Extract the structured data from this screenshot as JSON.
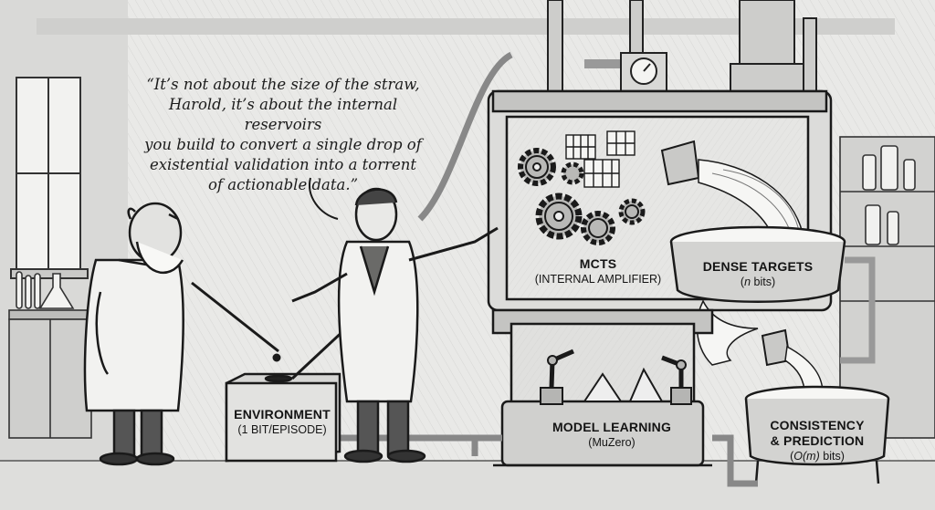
{
  "caption": {
    "line1": "“It’s not about the size of the straw,",
    "line2": "Harold, it’s about the internal reservoirs",
    "line3": "you build to convert a single drop of",
    "line4": "existential validation into a torrent",
    "line5": "of actionable data.”"
  },
  "labels": {
    "mcts_title": "MCTS",
    "mcts_sub": "(INTERNAL AMPLIFIER)",
    "dense_title": "DENSE TARGETS",
    "dense_sub_var": "n",
    "dense_sub_unit": " bits)",
    "env_title": "ENVIRONMENT",
    "env_sub": "(1 BIT/EPISODE)",
    "model_title": "MODEL LEARNING",
    "model_sub": "(MuZero)",
    "cons_title1": "CONSISTENCY",
    "cons_title2": "& PREDICTION",
    "cons_sub_var": "O(m)",
    "cons_sub_unit": " bits)"
  },
  "colors": {
    "ink": "#1a1a1a",
    "wall": "#e9e9e7",
    "metal": "#d4d4d2",
    "water": "#f4f4f4",
    "shade": "#9a9a98"
  },
  "icons": [
    "gear-icon",
    "robot-arm-icon",
    "pressure-gauge-icon",
    "test-tube-icon",
    "flask-icon",
    "straw-icon"
  ]
}
